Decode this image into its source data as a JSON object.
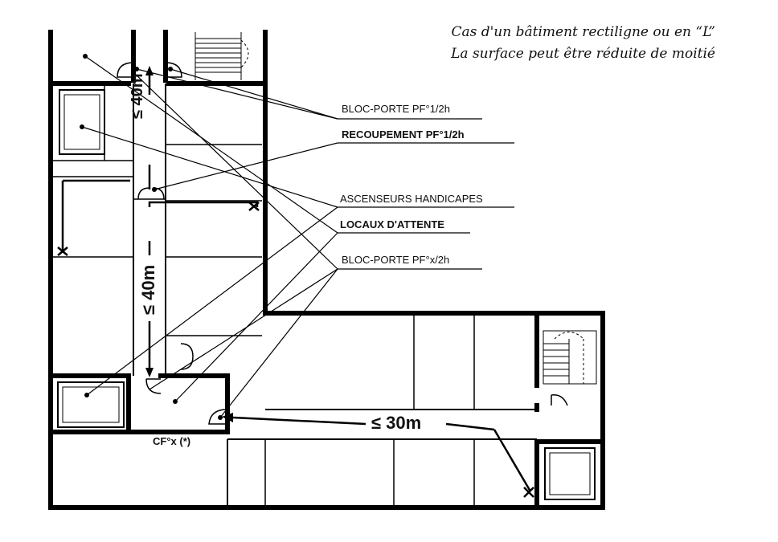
{
  "title": {
    "line1": "Cas d'un bâtiment rectiligne ou en “L”",
    "line2": "La surface peut être réduite de moitié"
  },
  "labels": {
    "bloc_porte_1_2h": "BLOC-PORTE PF°1/2h",
    "recoupement": "RECOUPEMENT PF°1/2h",
    "ascenseurs": "ASCENSEURS HANDICAPES",
    "locaux_attente": "LOCAUX D'ATTENTE",
    "bloc_porte_x_2h": "BLOC-PORTE PF°x/2h",
    "cf": "CF°x (*)"
  },
  "dimensions": {
    "upper": "≤ 40m",
    "middle": "≤ 40m",
    "horizontal": "≤ 30m"
  }
}
